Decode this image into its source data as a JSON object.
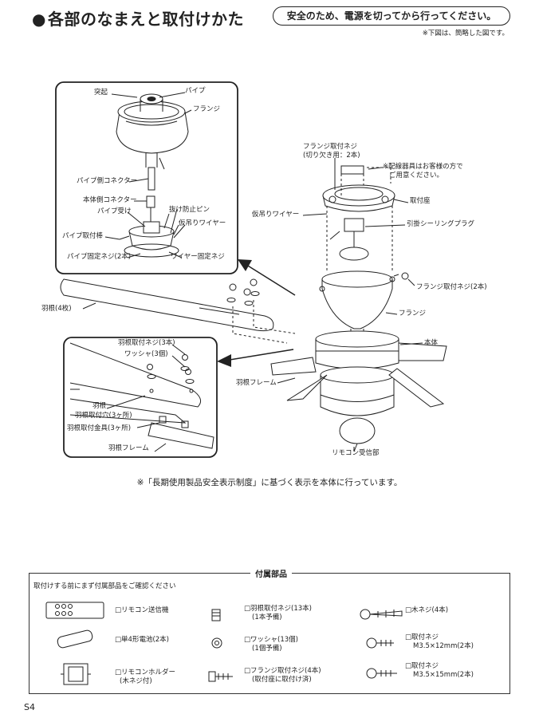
{
  "header": {
    "title": "各部のなまえと取付けかた",
    "warning": "安全のため、電源を切ってから行ってください。",
    "note": "※下図は、簡略した図です。"
  },
  "callout_top": {
    "protrusion": "突起",
    "pipe": "パイプ",
    "flange": "フランジ",
    "pipe_connector": "パイプ側コネクター",
    "body_connector": "本体側コネクター",
    "pipe_receiver": "パイプ受け",
    "anti_slip_pin": "抜け防止ピン",
    "temp_wire": "仮吊りワイヤー",
    "pipe_mount_rod": "パイプ取付棒",
    "pipe_fix_screw": "パイプ固定ネジ(2本)",
    "wire_fix_screw": "ワイヤー固定ネジ"
  },
  "main": {
    "flange_screw_notch": "フランジ取付ネジ",
    "flange_screw_notch_sub": "(切り欠き用：2本)",
    "wiring_note_1": "※配線器具はお客様の方で",
    "wiring_note_2": "ご用意ください。",
    "mount_base": "取付座",
    "temp_wire": "仮吊りワイヤー",
    "ceiling_plug": "引掛シーリングプラグ",
    "flange_screw2": "フランジ取付ネジ(2本)",
    "flange": "フランジ",
    "blades": "羽根(4枚)",
    "body": "本体",
    "blade_frame": "羽根フレーム",
    "remote_receiver": "リモコン受信部"
  },
  "callout_blade": {
    "blade_screw": "羽根取付ネジ(3本)",
    "washer": "ワッシャ(3個)",
    "blade": "羽根",
    "blade_holes": "羽根取付穴(3ヶ所)",
    "blade_bracket": "羽根取付金具(3ヶ所)",
    "blade_frame": "羽根フレーム"
  },
  "caption": "※「長期使用製品安全表示制度」に基づく表示を本体に行っています。",
  "accessories": {
    "title": "付属部品",
    "subtitle": "取付けする前にまず付属部品をご確認ください",
    "items": [
      {
        "label": "□リモコン送信機",
        "sub": ""
      },
      {
        "label": "□単4形電池(2本)",
        "sub": ""
      },
      {
        "label": "□リモコンホルダー",
        "sub": "(木ネジ付)"
      },
      {
        "label": "□羽根取付ネジ(13本)",
        "sub": "(1本予備)"
      },
      {
        "label": "□ワッシャ(13個)",
        "sub": "(1個予備)"
      },
      {
        "label": "□フランジ取付ネジ(4本)",
        "sub": "(取付座に取付け済)"
      },
      {
        "label": "□木ネジ(4本)",
        "sub": ""
      },
      {
        "label": "□取付ネジ",
        "sub": "M3.5×12mm(2本)"
      },
      {
        "label": "□取付ネジ",
        "sub": "M3.5×15mm(2本)"
      }
    ]
  },
  "page_number": "S4"
}
